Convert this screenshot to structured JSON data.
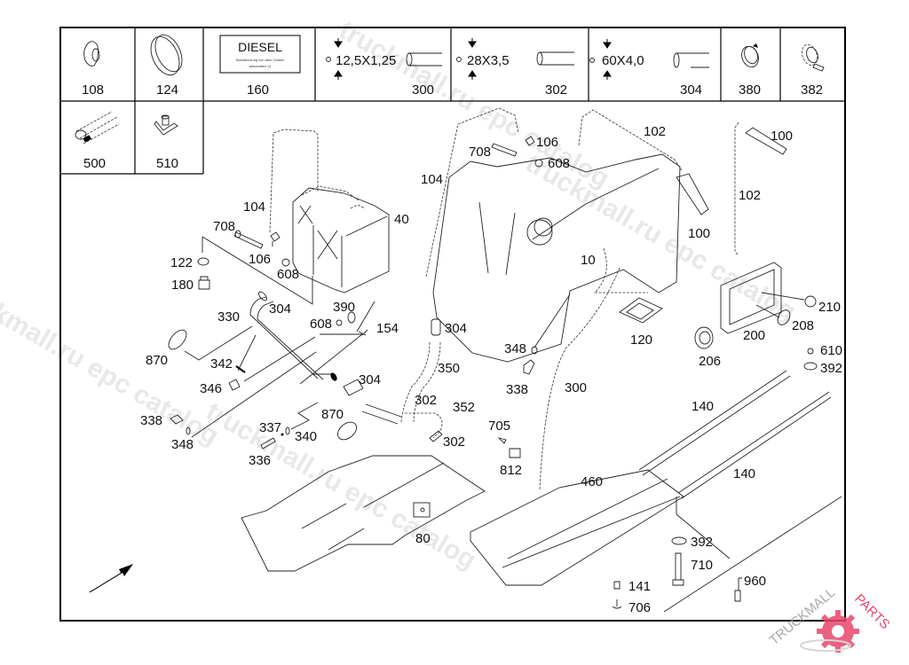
{
  "diagram": {
    "title": "Fuel tank parts exploded view",
    "legend_cells": [
      {
        "part_no": "108",
        "icon": "grommet-icon"
      },
      {
        "part_no": "124",
        "icon": "cap-icon"
      },
      {
        "part_no": "160",
        "icon": "diesel-label-icon",
        "label_title": "DIESEL",
        "label_sub1": "Standheizung von dem Tanken",
        "label_sub2": "abschalten (!)"
      },
      {
        "part_no": "300",
        "icon": "hose-icon",
        "spec": "12,5X1,25"
      },
      {
        "part_no": "302",
        "icon": "hose-icon",
        "spec": "28X3,5"
      },
      {
        "part_no": "304",
        "icon": "hose-icon",
        "spec": "60X4,0"
      },
      {
        "part_no": "380",
        "icon": "hose-clamp-icon"
      },
      {
        "part_no": "382",
        "icon": "pipe-clip-icon"
      },
      {
        "part_no": "500",
        "icon": "edge-protector-icon"
      },
      {
        "part_no": "510",
        "icon": "clip-nut-icon"
      }
    ],
    "callouts": [
      {
        "id": "c-104a",
        "text": "104"
      },
      {
        "id": "c-40",
        "text": "40"
      },
      {
        "id": "c-708a",
        "text": "708"
      },
      {
        "id": "c-122",
        "text": "122"
      },
      {
        "id": "c-106a",
        "text": "106"
      },
      {
        "id": "c-608a",
        "text": "608"
      },
      {
        "id": "c-180",
        "text": "180"
      },
      {
        "id": "c-330",
        "text": "330"
      },
      {
        "id": "c-304a",
        "text": "304"
      },
      {
        "id": "c-390",
        "text": "390"
      },
      {
        "id": "c-608b",
        "text": "608"
      },
      {
        "id": "c-154",
        "text": "154"
      },
      {
        "id": "c-870a",
        "text": "870"
      },
      {
        "id": "c-342",
        "text": "342"
      },
      {
        "id": "c-346",
        "text": "346"
      },
      {
        "id": "c-304b",
        "text": "304"
      },
      {
        "id": "c-870b",
        "text": "870"
      },
      {
        "id": "c-338a",
        "text": "338"
      },
      {
        "id": "c-348a",
        "text": "348"
      },
      {
        "id": "c-337",
        "text": "337"
      },
      {
        "id": "c-340",
        "text": "340"
      },
      {
        "id": "c-336",
        "text": "336"
      },
      {
        "id": "c-104b",
        "text": "104"
      },
      {
        "id": "c-708b",
        "text": "708"
      },
      {
        "id": "c-106b",
        "text": "106"
      },
      {
        "id": "c-608c",
        "text": "608"
      },
      {
        "id": "c-102a",
        "text": "102"
      },
      {
        "id": "c-100a",
        "text": "100"
      },
      {
        "id": "c-10",
        "text": "10"
      },
      {
        "id": "c-100b",
        "text": "100"
      },
      {
        "id": "c-102b",
        "text": "102"
      },
      {
        "id": "c-304c",
        "text": "304"
      },
      {
        "id": "c-350",
        "text": "350"
      },
      {
        "id": "c-348b",
        "text": "348"
      },
      {
        "id": "c-338b",
        "text": "338"
      },
      {
        "id": "c-300",
        "text": "300"
      },
      {
        "id": "c-120",
        "text": "120"
      },
      {
        "id": "c-210",
        "text": "210"
      },
      {
        "id": "c-208",
        "text": "208"
      },
      {
        "id": "c-200",
        "text": "200"
      },
      {
        "id": "c-206",
        "text": "206"
      },
      {
        "id": "c-610",
        "text": "610"
      },
      {
        "id": "c-392a",
        "text": "392"
      },
      {
        "id": "c-302a",
        "text": "302"
      },
      {
        "id": "c-352",
        "text": "352"
      },
      {
        "id": "c-302b",
        "text": "302"
      },
      {
        "id": "c-705",
        "text": "705"
      },
      {
        "id": "c-812",
        "text": "812"
      },
      {
        "id": "c-140a",
        "text": "140"
      },
      {
        "id": "c-140b",
        "text": "140"
      },
      {
        "id": "c-460",
        "text": "460"
      },
      {
        "id": "c-80",
        "text": "80"
      },
      {
        "id": "c-392b",
        "text": "392"
      },
      {
        "id": "c-710",
        "text": "710"
      },
      {
        "id": "c-960",
        "text": "960"
      },
      {
        "id": "c-141",
        "text": "141"
      },
      {
        "id": "c-706",
        "text": "706"
      }
    ],
    "watermarks": [
      "truckmall.ru epc catalog",
      "truckmall.ru epc catalog",
      "truckmall.ru epc catalog",
      "truckmall.ru epc catalog"
    ],
    "brand_logo": {
      "text_dark": "TRUCKMALL",
      "text_accent": "PARTS",
      "accent_color": "#e8466a"
    },
    "direction_arrow": "front-direction-arrow"
  }
}
